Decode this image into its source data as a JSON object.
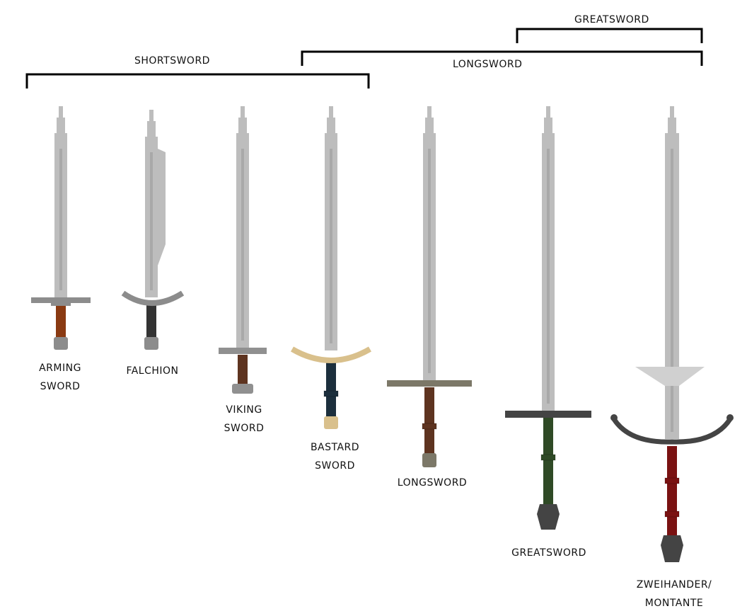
{
  "groups": {
    "shortsword": "SHORTSWORD",
    "longsword": "LONGSWORD",
    "greatsword": "GREATSWORD"
  },
  "swords": [
    {
      "line1": "ARMING",
      "line2": "SWORD",
      "grip_color": "#8a3a12",
      "guard_color": "#8c8c8c",
      "pommel_color": "#8c8c8c"
    },
    {
      "line1": "FALCHION",
      "line2": "",
      "grip_color": "#333333",
      "guard_color": "#8c8c8c",
      "pommel_color": "#8c8c8c"
    },
    {
      "line1": "VIKING",
      "line2": "SWORD",
      "grip_color": "#5e3420",
      "guard_color": "#909090",
      "pommel_color": "#909090"
    },
    {
      "line1": "BASTARD",
      "line2": "SWORD",
      "grip_color": "#1c2f3d",
      "guard_color": "#d9c08c",
      "pommel_color": "#d9c08c"
    },
    {
      "line1": "LONGSWORD",
      "line2": "",
      "grip_color": "#5e3420",
      "guard_color": "#7c7868",
      "pommel_color": "#7c7868"
    },
    {
      "line1": "GREATSWORD",
      "line2": "",
      "grip_color": "#2f4a26",
      "guard_color": "#444444",
      "pommel_color": "#444444"
    },
    {
      "line1": "ZWEIHANDER/",
      "line2": "MONTANTE",
      "grip_color": "#7a1212",
      "guard_color": "#444444",
      "pommel_color": "#444444"
    }
  ],
  "colors": {
    "blade": "#bdbdbd",
    "blade_shade": "#a9a9a9",
    "bracket": "#000000"
  }
}
